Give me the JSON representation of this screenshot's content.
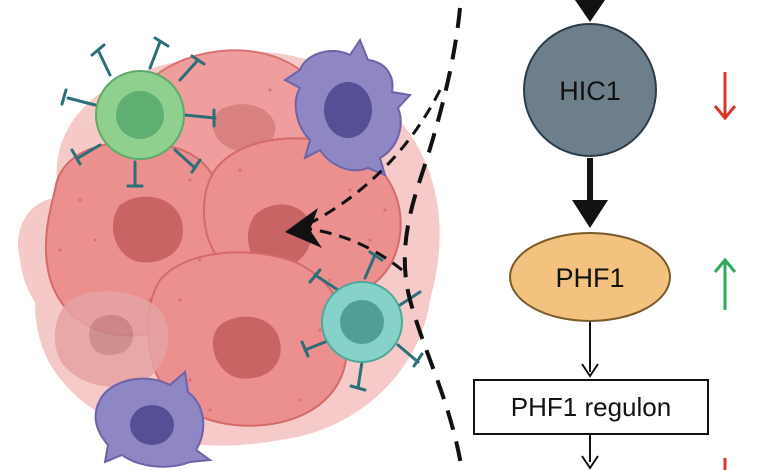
{
  "nodes": {
    "hic1": {
      "label": "HIC1",
      "fill": "#6e7f8c",
      "trend": "down"
    },
    "phf1": {
      "label": "PHF1",
      "fill": "#f3c27f",
      "trend": "up"
    },
    "regulon": {
      "label": "PHF1 regulon",
      "trend": "down"
    }
  },
  "colors": {
    "down_arrow": "#d9362b",
    "up_arrow": "#2eab5a",
    "tumor_cell": "#ec8f8f",
    "tumor_nucleus": "#c86464",
    "tumor_backdrop": "#f6c4c4",
    "myeloid_cell": "#8f86c4",
    "myeloid_nucleus": "#574f96",
    "t_cell_green": "#8fd08f",
    "t_cell_teal": "#86d2c8",
    "receptor": "#2c6f78"
  },
  "icons": [
    "tumor-cell-cluster",
    "myeloid-cell-icon",
    "t-cell-icon",
    "down-arrow-icon",
    "up-arrow-icon"
  ]
}
